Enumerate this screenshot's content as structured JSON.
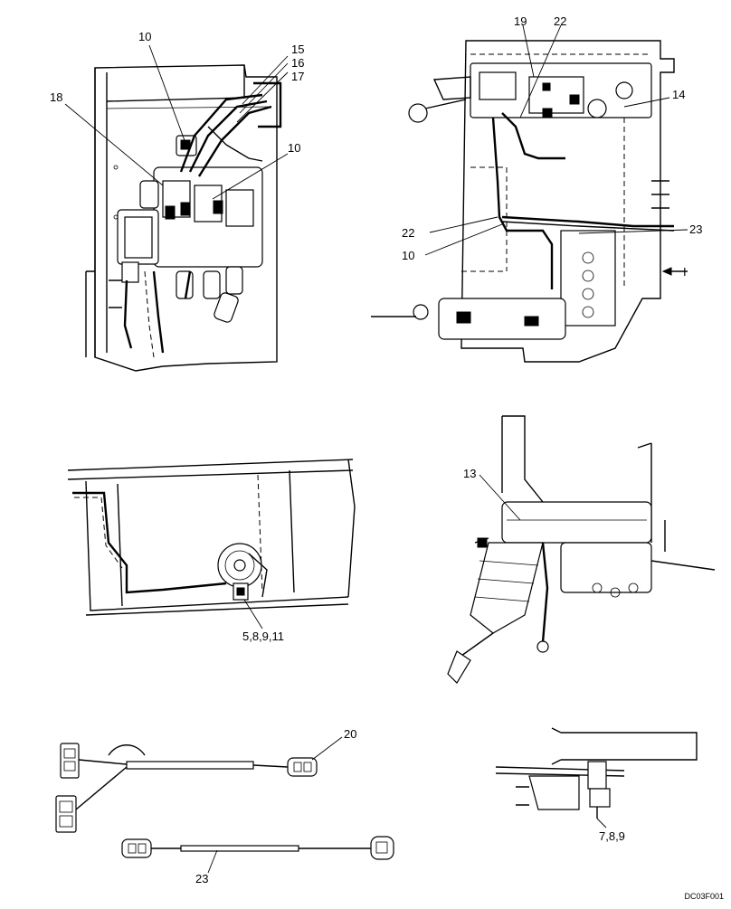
{
  "diagram": {
    "callouts": {
      "tl_10": "10",
      "tl_15": "15",
      "tl_16": "16",
      "tl_17": "17",
      "tl_18": "18",
      "tl_10b": "10",
      "tr_19": "19",
      "tr_22a": "22",
      "tr_14": "14",
      "tr_22b": "22",
      "tr_10": "10",
      "tr_23": "23",
      "tr_I": "I",
      "ml_5891011": "5,8,9,11",
      "mr_13": "13",
      "bl_20": "20",
      "bl_23": "23",
      "br_789": "7,8,9"
    },
    "code": "DC03F001"
  }
}
